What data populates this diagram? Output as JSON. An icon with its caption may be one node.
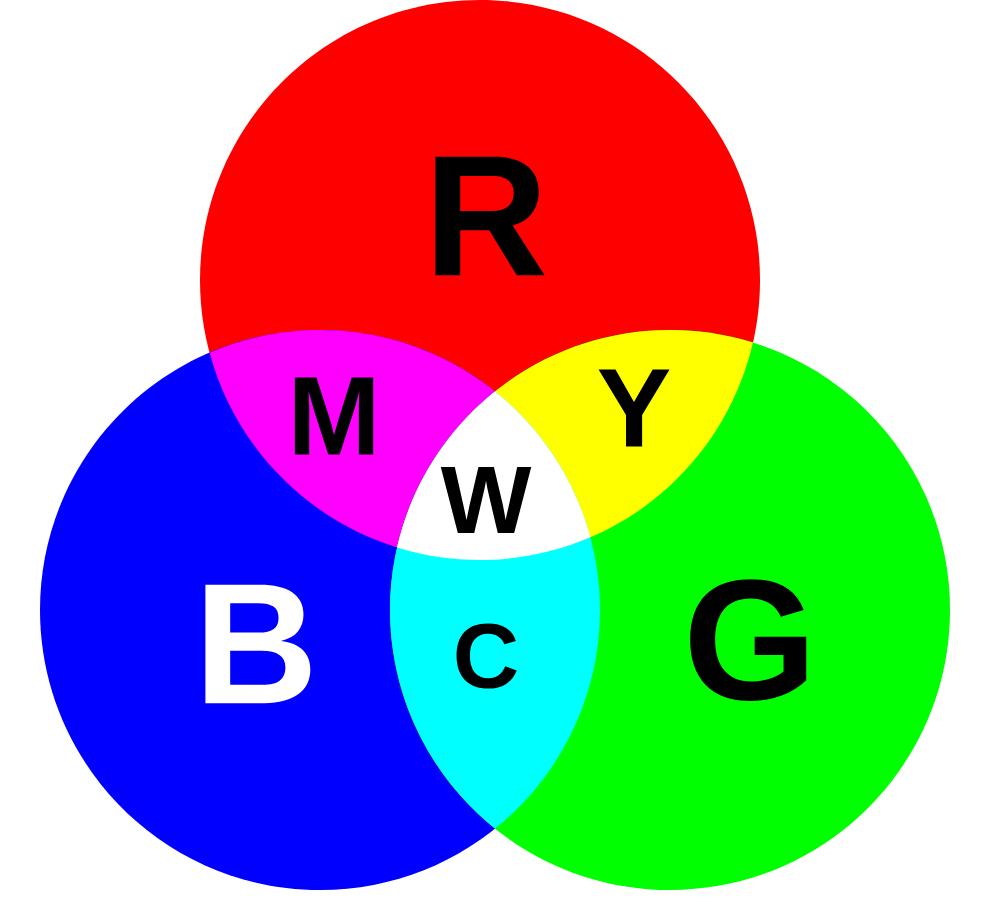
{
  "diagram": {
    "nodes": [
      {
        "text": [
          "R"
        ]
      },
      {
        "text": [
          "M"
        ]
      },
      {
        "text": [
          "Y"
        ]
      },
      {
        "text": [
          "W"
        ]
      },
      {
        "text": [
          "B"
        ]
      },
      {
        "text": [
          "C"
        ]
      },
      {
        "text": [
          "G"
        ]
      }
    ]
  }
}
